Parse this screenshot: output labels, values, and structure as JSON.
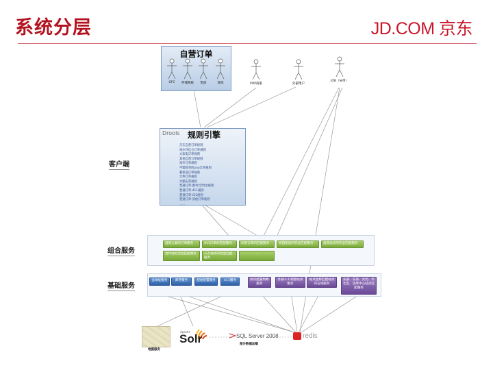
{
  "header": {
    "title": "系统分层",
    "logo": "JD.COM 京东"
  },
  "self_order": {
    "title": "自营订单",
    "actors": [
      "OFC",
      "存储系统",
      "售后",
      "其他"
    ]
  },
  "external_actors": [
    "POP商家",
    "外部用户",
    "JOB（分单）"
  ],
  "rule_engine": {
    "brand": "Drools",
    "title": "规则引擎",
    "rules": [
      "京东自营订单规则",
      "海尔外挂仓订单规则",
      "大家电订单规则",
      "其他自营订单规则",
      "海外订单规则",
      "不需拆单的pop订单规则",
      "奢侈品订单规则",
      "大件订单规则",
      "大额支票规则",
      "普通订单-图书/全时达规则",
      "普通订单-411规则",
      "普通订单-GIS规则",
      "普通订单-其他订单规则",
      "……"
    ]
  },
  "layers": {
    "client": "客户端",
    "composite": "组合服务",
    "basic": "基础服务"
  },
  "composite_services": [
    "自提之类的订单服务",
    "411订单的匹配服务",
    "冷链订单的匹配服务",
    "校园配送的完全匹配服务",
    "自提站点的完全匹配服务",
    "合作站的完全匹配服务",
    "三方站点的完全匹配服务",
    "……"
  ],
  "basic_services": {
    "blue": [
      "全球址服务",
      "库存服务",
      "配送配置服务",
      "411服务"
    ],
    "purple": [
      "标识配置判断服务",
      "外部人工调度站点服务",
      "站点坐标匹配站点的在线服务",
      "东部、东南、大北、华北区、读库中心站点匹配服务"
    ]
  },
  "storage": {
    "map_label": "地图服务",
    "solr_small": "Apache",
    "solr": "Solr",
    "sqlserver": "SQL Server 2008",
    "sqlserver_label": "部分数据加载",
    "redis": "redis"
  },
  "colors": {
    "brand_red": "#b3121f",
    "composite_green": "#8dbb4d",
    "basic_blue": "#3d70b8",
    "basic_purple": "#7b59a7"
  }
}
